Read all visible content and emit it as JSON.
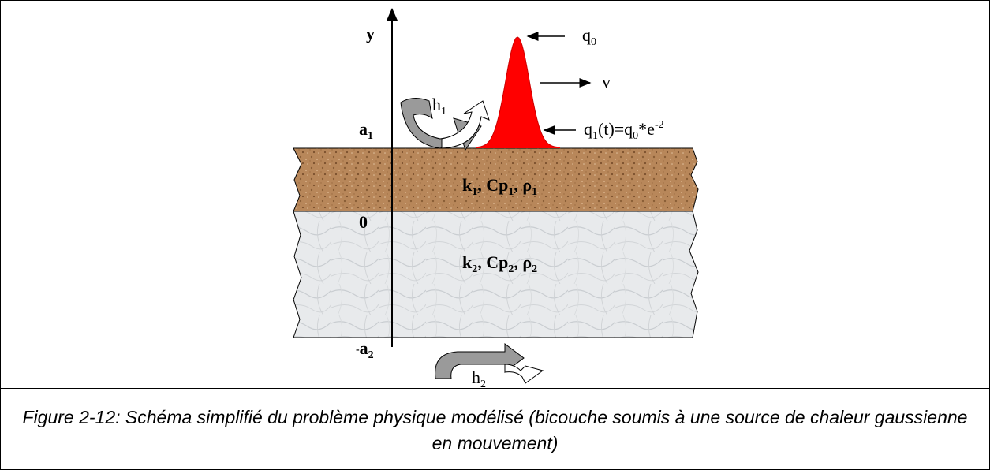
{
  "diagram": {
    "axis_label_y": "y",
    "level_top": {
      "base": "a",
      "sub": "1"
    },
    "level_zero": "0",
    "level_bottom": {
      "prefix": "-",
      "base": "a",
      "sub": "2"
    },
    "layer1_props": {
      "k": "k",
      "k_sub": "1",
      "cp": ", Cp",
      "cp_sub": "1",
      "rho": ", ρ",
      "rho_sub": "1"
    },
    "layer2_props": {
      "k": "k",
      "k_sub": "2",
      "cp": ", Cp",
      "cp_sub": "2",
      "rho": ", ρ",
      "rho_sub": "2"
    },
    "q0_label": {
      "base": "q",
      "sub": "0"
    },
    "velocity_label": "v",
    "q1_label": {
      "base": "q",
      "sub": "1",
      "rest": "(t)=q",
      "sub2": "0",
      "rest2": "*e",
      "sup": "-2"
    },
    "h1_label": {
      "base": "h",
      "sub": "1"
    },
    "h2_label": {
      "base": "h",
      "sub": "2"
    },
    "colors": {
      "heat_source": "#ff0000",
      "layer1": "#b8875a",
      "layer2": "#e6e8ea"
    }
  },
  "caption": "Figure 2-12: Schéma simplifié du problème physique modélisé (bicouche soumis à une source de chaleur gaussienne en mouvement)"
}
